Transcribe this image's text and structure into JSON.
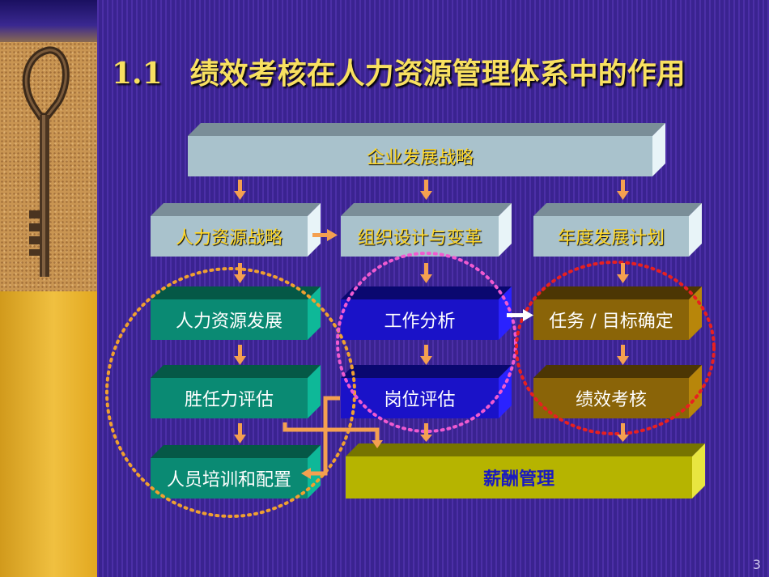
{
  "title": {
    "section": "1.1",
    "text": "绩效考核在人力资源管理体系中的作用"
  },
  "boxes": {
    "strategy": "企业发展战略",
    "hr_strategy": "人力资源战略",
    "org_design": "组织设计与变革",
    "annual_plan": "年度发展计划",
    "hr_development": "人力资源发展",
    "job_analysis": "工作分析",
    "goal_setting": "任务 / 目标确定",
    "competency": "胜任力评估",
    "job_evaluation": "岗位评估",
    "performance": "绩效考核",
    "staffing": "人员培训和配置",
    "compensation": "薪酬管理"
  },
  "colors": {
    "background": "#3a2390",
    "title": "#f8e060",
    "gray_box": "#a9c2cc",
    "green_box": "#0a8a73",
    "blue_box": "#1a12c8",
    "brown_box": "#8a6408",
    "olive_box": "#b6b400",
    "arrow": "#f4a050",
    "circle_left": "#f0a030",
    "circle_middle": "#f05ad0",
    "circle_right": "#e82020"
  },
  "page_number": "3"
}
